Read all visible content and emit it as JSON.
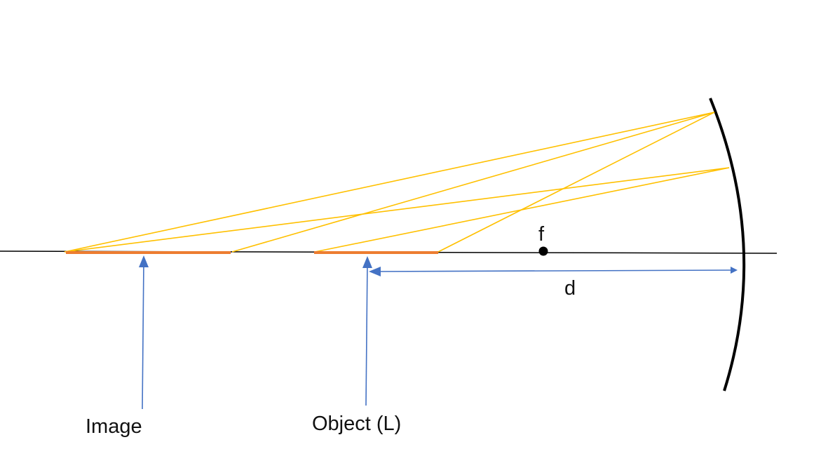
{
  "labels": {
    "focal_point": "f",
    "distance": "d",
    "image": "Image",
    "object": "Object (L)"
  },
  "colors": {
    "axis": "#000000",
    "mirror": "#000000",
    "segment": "#ED7D31",
    "ray": "#FFC000",
    "pointer": "#4472C4",
    "text": "#111111"
  }
}
